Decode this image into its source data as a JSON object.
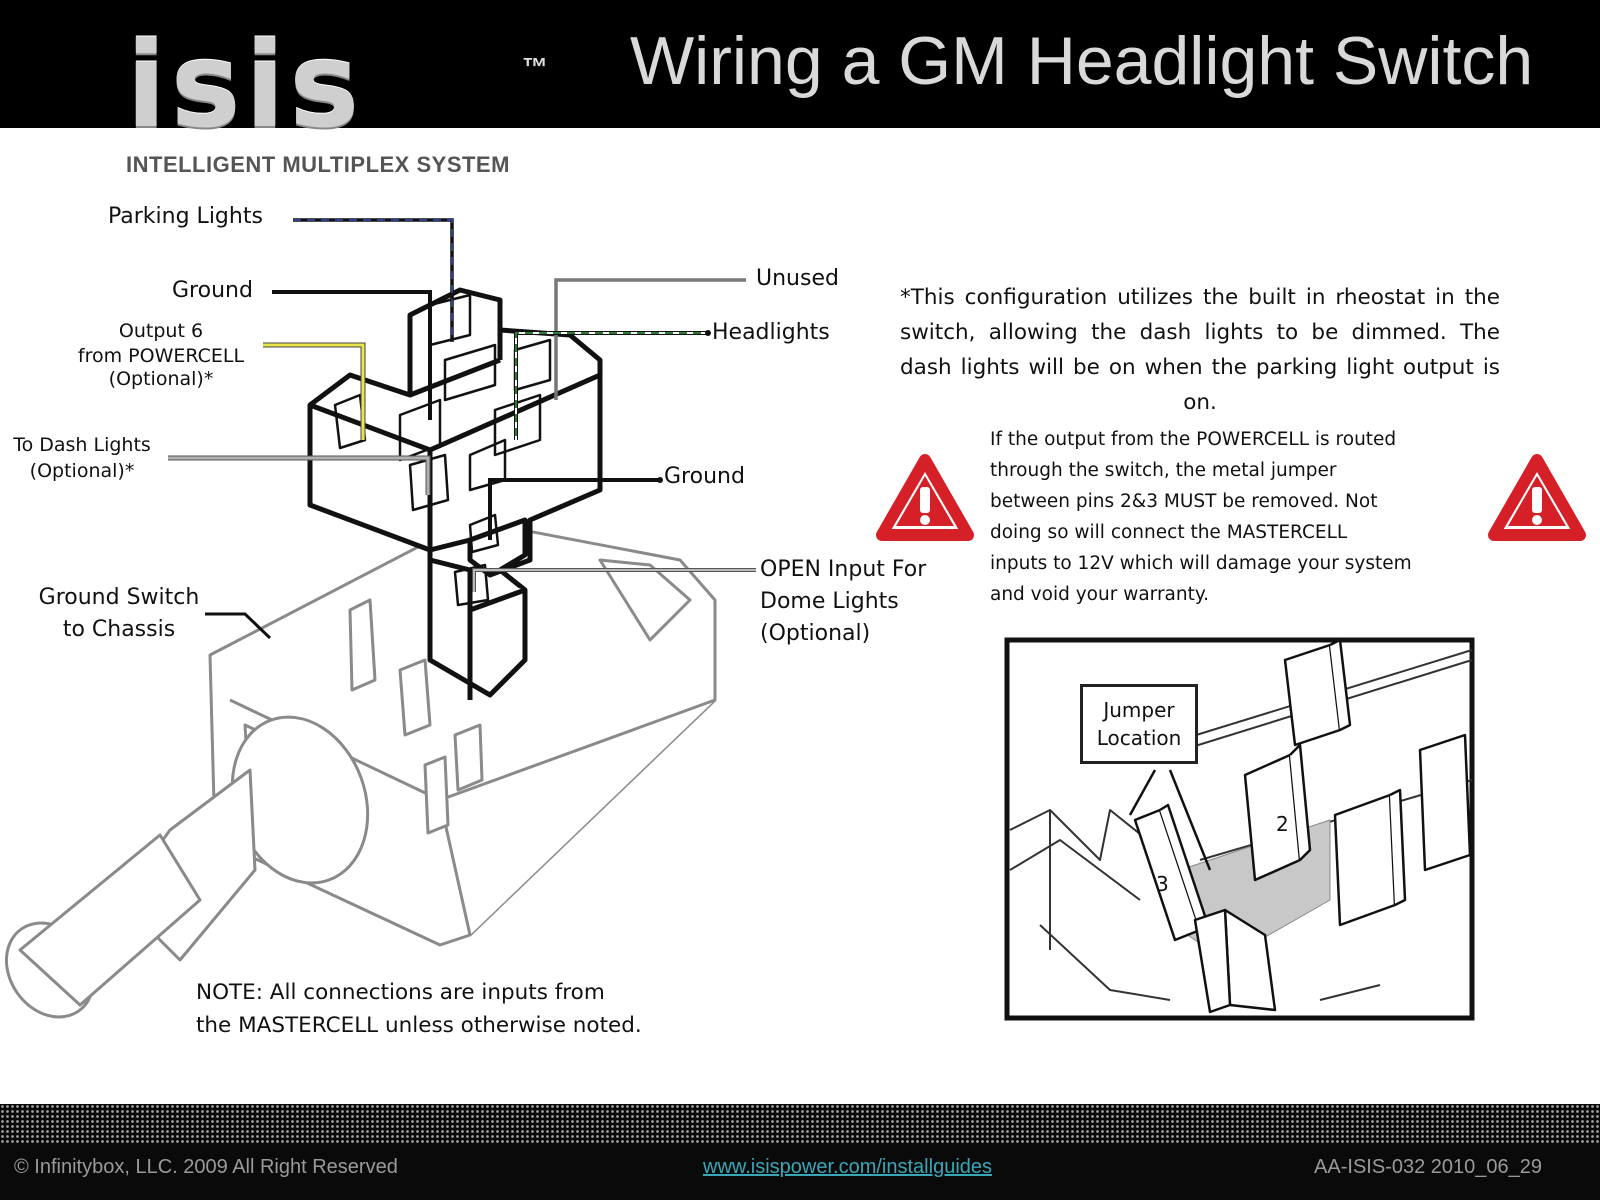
{
  "header": {
    "logo_text": "isis",
    "logo_trademark": "™",
    "logo_subtitle": "INTELLIGENT MULTIPLEX SYSTEM",
    "title": "Wiring a GM Headlight Switch"
  },
  "labels": {
    "parking_lights": "Parking Lights",
    "ground_top": "Ground",
    "output6_line1": "Output 6",
    "output6_line2": "from POWERCELL",
    "output6_line3": "(Optional)*",
    "dash_lights_line1": "To Dash Lights",
    "dash_lights_line2": "(Optional)*",
    "ground_switch_line1": "Ground Switch",
    "ground_switch_line2": "to Chassis",
    "unused": "Unused",
    "headlights": "Headlights",
    "ground_right": "Ground",
    "dome_line1": "OPEN Input For",
    "dome_line2": "Dome Lights",
    "dome_line3": "(Optional)"
  },
  "config_note": "*This configuration utilizes the built in rheostat in the switch, allowing the dash lights to be dimmed. The dash lights will be on when the parking light output is on.",
  "warning": {
    "lines": [
      "If the output from the POWERCELL is routed",
      "through the switch, the metal jumper",
      "between pins 2&3  MUST be removed. Not",
      "doing so will connect the MASTERCELL",
      "inputs to 12V which will  damage your system",
      "and void your warranty."
    ]
  },
  "inset": {
    "jumper_line1": "Jumper",
    "jumper_line2": "Location",
    "pin2": "2",
    "pin3": "3"
  },
  "bottom_note": {
    "line1": "NOTE: All connections are inputs from",
    "line2": "the MASTERCELL unless otherwise noted."
  },
  "footer": {
    "copyright": "© Infinitybox, LLC. 2009 All Right Reserved",
    "link": "www.isispower.com/installguides",
    "doc_id": "AA-ISIS-032 2010_06_29"
  },
  "colors": {
    "wire_parking": "#2c3e8f",
    "wire_output6": "#e8e64a",
    "wire_headlights": "#2e7d32",
    "wire_dash": "#9a9a9a",
    "warning_red": "#d62027",
    "link": "#3aa7b8"
  },
  "icons": [
    "warning-triangle-icon"
  ]
}
